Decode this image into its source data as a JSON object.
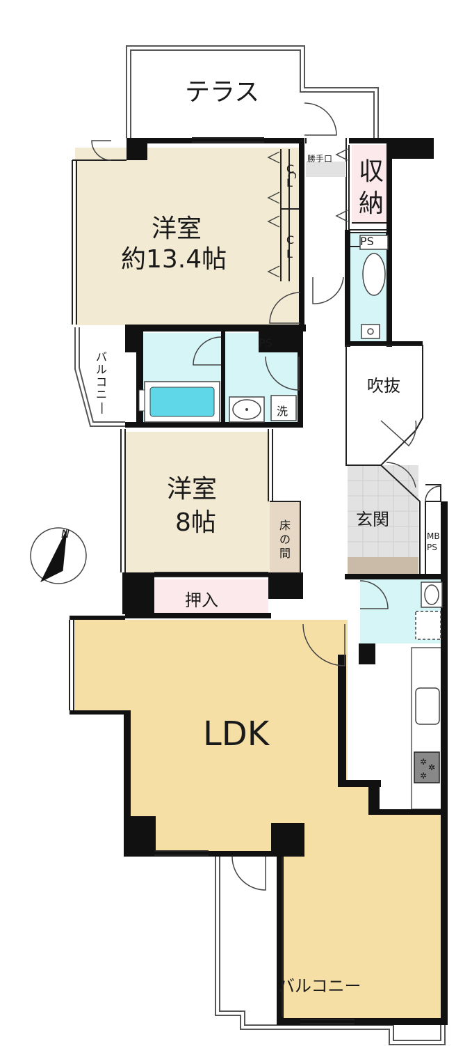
{
  "plan": {
    "terrace": "テラス",
    "service_door": "勝手口",
    "storage": "収納",
    "cl_1": "CL",
    "cl_2": "CL",
    "ps_1": "PS",
    "ps_2": "PS",
    "bedroom1_line1": "洋室",
    "bedroom1_line2": "約13.4帖",
    "balcony_small": "バルコニー",
    "wash": "洗",
    "void": "吹抜",
    "bedroom2_line1": "洋室",
    "bedroom2_line2": "8帖",
    "tokonoma": "床の間",
    "entrance": "玄関",
    "mbps_1": "MB",
    "mbps_2": "PS",
    "oshiire": "押入",
    "ldk": "LDK",
    "balcony_large": "バルコニー",
    "compass_n": "N"
  },
  "colors": {
    "wall": "#111111",
    "ldk_floor": "#f5dfa5",
    "bedroom_floor": "#f2ead3",
    "wet_area": "#d5f5f7",
    "storage_pink": "#fbe9ec",
    "entrance_tile": "#e2e2e2",
    "tokonoma": "#e6d8c4",
    "step": "#c9bba7"
  }
}
